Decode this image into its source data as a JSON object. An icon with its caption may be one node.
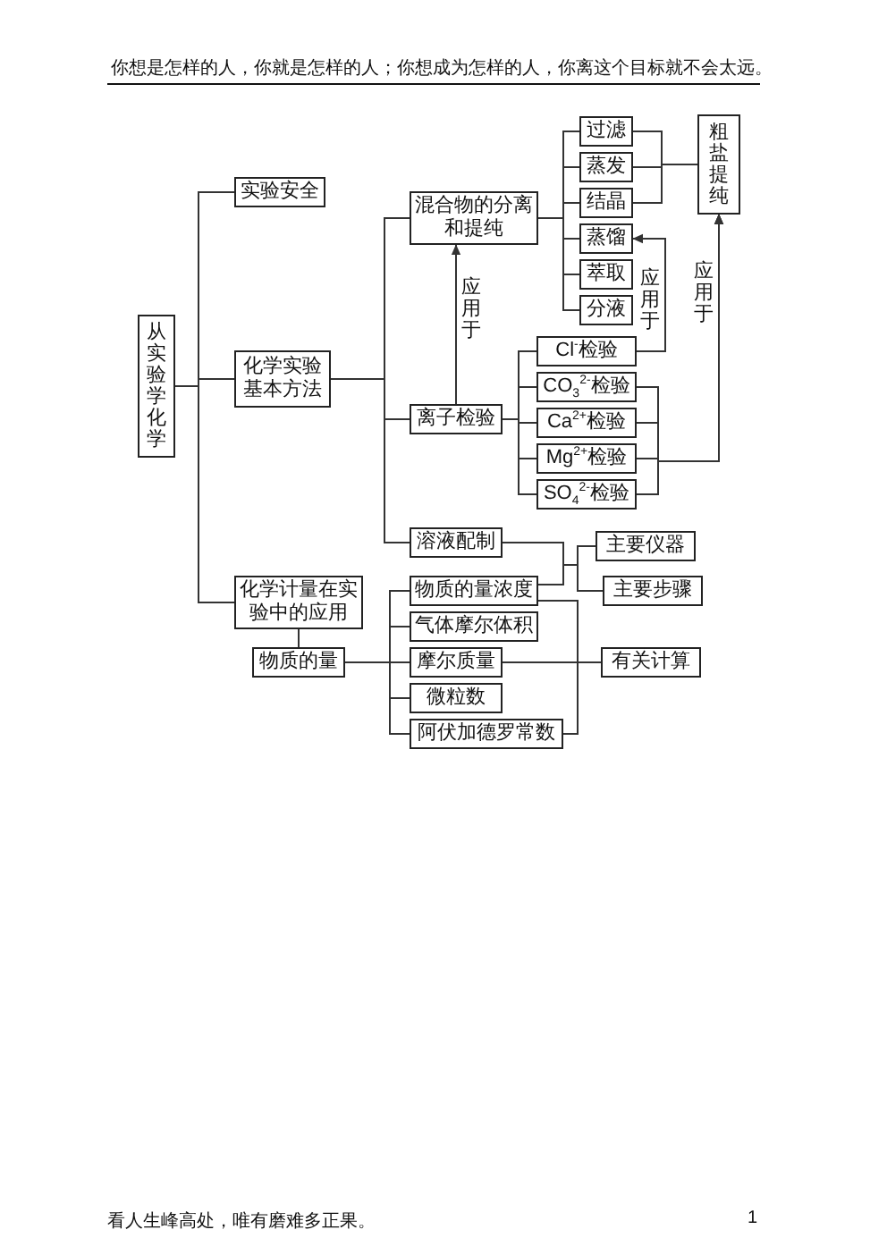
{
  "diagram": {
    "nodes": [
      {
        "text": [
          "从实验学化学"
        ]
      },
      {
        "text": [
          "实验安全"
        ]
      },
      {
        "text": [
          "化学实验基本方法"
        ]
      },
      {
        "text": [
          "化学计量在实验中的应用"
        ]
      },
      {
        "text": [
          "物质的量"
        ]
      },
      {
        "text": [
          "混合物的分离和提纯"
        ]
      },
      {
        "text": [
          "离子检验"
        ]
      },
      {
        "text": [
          "溶液配制"
        ]
      },
      {
        "text": [
          "过滤"
        ]
      },
      {
        "text": [
          "蒸发"
        ]
      },
      {
        "text": [
          "结晶"
        ]
      },
      {
        "text": [
          "蒸馏"
        ]
      },
      {
        "text": [
          "萃取"
        ]
      },
      {
        "text": [
          "分液"
        ]
      },
      {
        "text": [
          "粗盐提纯"
        ]
      },
      {
        "text": [
          "Cl$^{-}$检验"
        ]
      },
      {
        "text": [
          "CO$_{3}$$^{2-}$检验"
        ]
      },
      {
        "text": [
          "Ca$^{2+}$检验"
        ]
      },
      {
        "text": [
          "Mg$^{2+}$检验"
        ]
      },
      {
        "text": [
          "SO$_{4}$$^{2-}$检验"
        ]
      },
      {
        "text": [
          "主要仪器"
        ]
      },
      {
        "text": [
          "主要步骤"
        ]
      },
      {
        "text": [
          "物质的量浓度"
        ]
      },
      {
        "text": [
          "气体摩尔体积"
        ]
      },
      {
        "text": [
          "摩尔质量"
        ]
      },
      {
        "text": [
          "微粒数"
        ]
      },
      {
        "text": [
          "阿伏加德罗常数"
        ]
      },
      {
        "text": [
          "有关计算"
        ]
      }
    ],
    "edges": [
      {
        "from": 0,
        "to": 1,
        "arrow": "none"
      },
      {
        "from": 0,
        "to": 2,
        "arrow": "none"
      },
      {
        "from": 0,
        "to": 3,
        "arrow": "none"
      },
      {
        "from": 2,
        "to": 5,
        "arrow": "none"
      },
      {
        "from": 2,
        "to": 6,
        "arrow": "none"
      },
      {
        "from": 2,
        "to": 7,
        "arrow": "none"
      },
      {
        "from": 3,
        "to": 4,
        "arrow": "none"
      },
      {
        "from": 6,
        "to": 5,
        "arrow": "to",
        "label": "应用于"
      },
      {
        "from": 5,
        "to": 8,
        "arrow": "none"
      },
      {
        "from": 5,
        "to": 9,
        "arrow": "none"
      },
      {
        "from": 5,
        "to": 10,
        "arrow": "none"
      },
      {
        "from": 5,
        "to": 11,
        "arrow": "none"
      },
      {
        "from": 5,
        "to": 12,
        "arrow": "none"
      },
      {
        "from": 5,
        "to": 13,
        "arrow": "none"
      },
      {
        "from": 8,
        "to": 14,
        "arrow": "none"
      },
      {
        "from": 9,
        "to": 14,
        "arrow": "none"
      },
      {
        "from": 10,
        "to": 14,
        "arrow": "none"
      },
      {
        "from": 6,
        "to": 15,
        "arrow": "none"
      },
      {
        "from": 6,
        "to": 16,
        "arrow": "none"
      },
      {
        "from": 6,
        "to": 17,
        "arrow": "none"
      },
      {
        "from": 6,
        "to": 18,
        "arrow": "none"
      },
      {
        "from": 6,
        "to": 19,
        "arrow": "none"
      },
      {
        "from": 15,
        "to": 11,
        "arrow": "to",
        "label": "应用于"
      },
      {
        "from": 16,
        "to": 14,
        "arrow": "to",
        "label": "应用于"
      },
      {
        "from": 17,
        "to": 14,
        "arrow": "to"
      },
      {
        "from": 18,
        "to": 14,
        "arrow": "to"
      },
      {
        "from": 19,
        "to": 14,
        "arrow": "to"
      },
      {
        "from": 7,
        "to": 20,
        "arrow": "none"
      },
      {
        "from": 7,
        "to": 21,
        "arrow": "none"
      },
      {
        "from": 22,
        "to": 20,
        "arrow": "none"
      },
      {
        "from": 22,
        "to": 21,
        "arrow": "none"
      },
      {
        "from": 4,
        "to": 22,
        "arrow": "none"
      },
      {
        "from": 4,
        "to": 23,
        "arrow": "none"
      },
      {
        "from": 4,
        "to": 24,
        "arrow": "none"
      },
      {
        "from": 4,
        "to": 25,
        "arrow": "none"
      },
      {
        "from": 4,
        "to": 26,
        "arrow": "none"
      },
      {
        "from": 22,
        "to": 27,
        "arrow": "none"
      },
      {
        "from": 24,
        "to": 27,
        "arrow": "none"
      },
      {
        "from": 26,
        "to": 27,
        "arrow": "none"
      }
    ],
    "labels": [
      "你想是怎样的人，你就是怎样的人；你想成为怎样的人，你离这个目标就不会太远。",
      "看人生峰高处，唯有磨难多正果。",
      "1"
    ]
  }
}
